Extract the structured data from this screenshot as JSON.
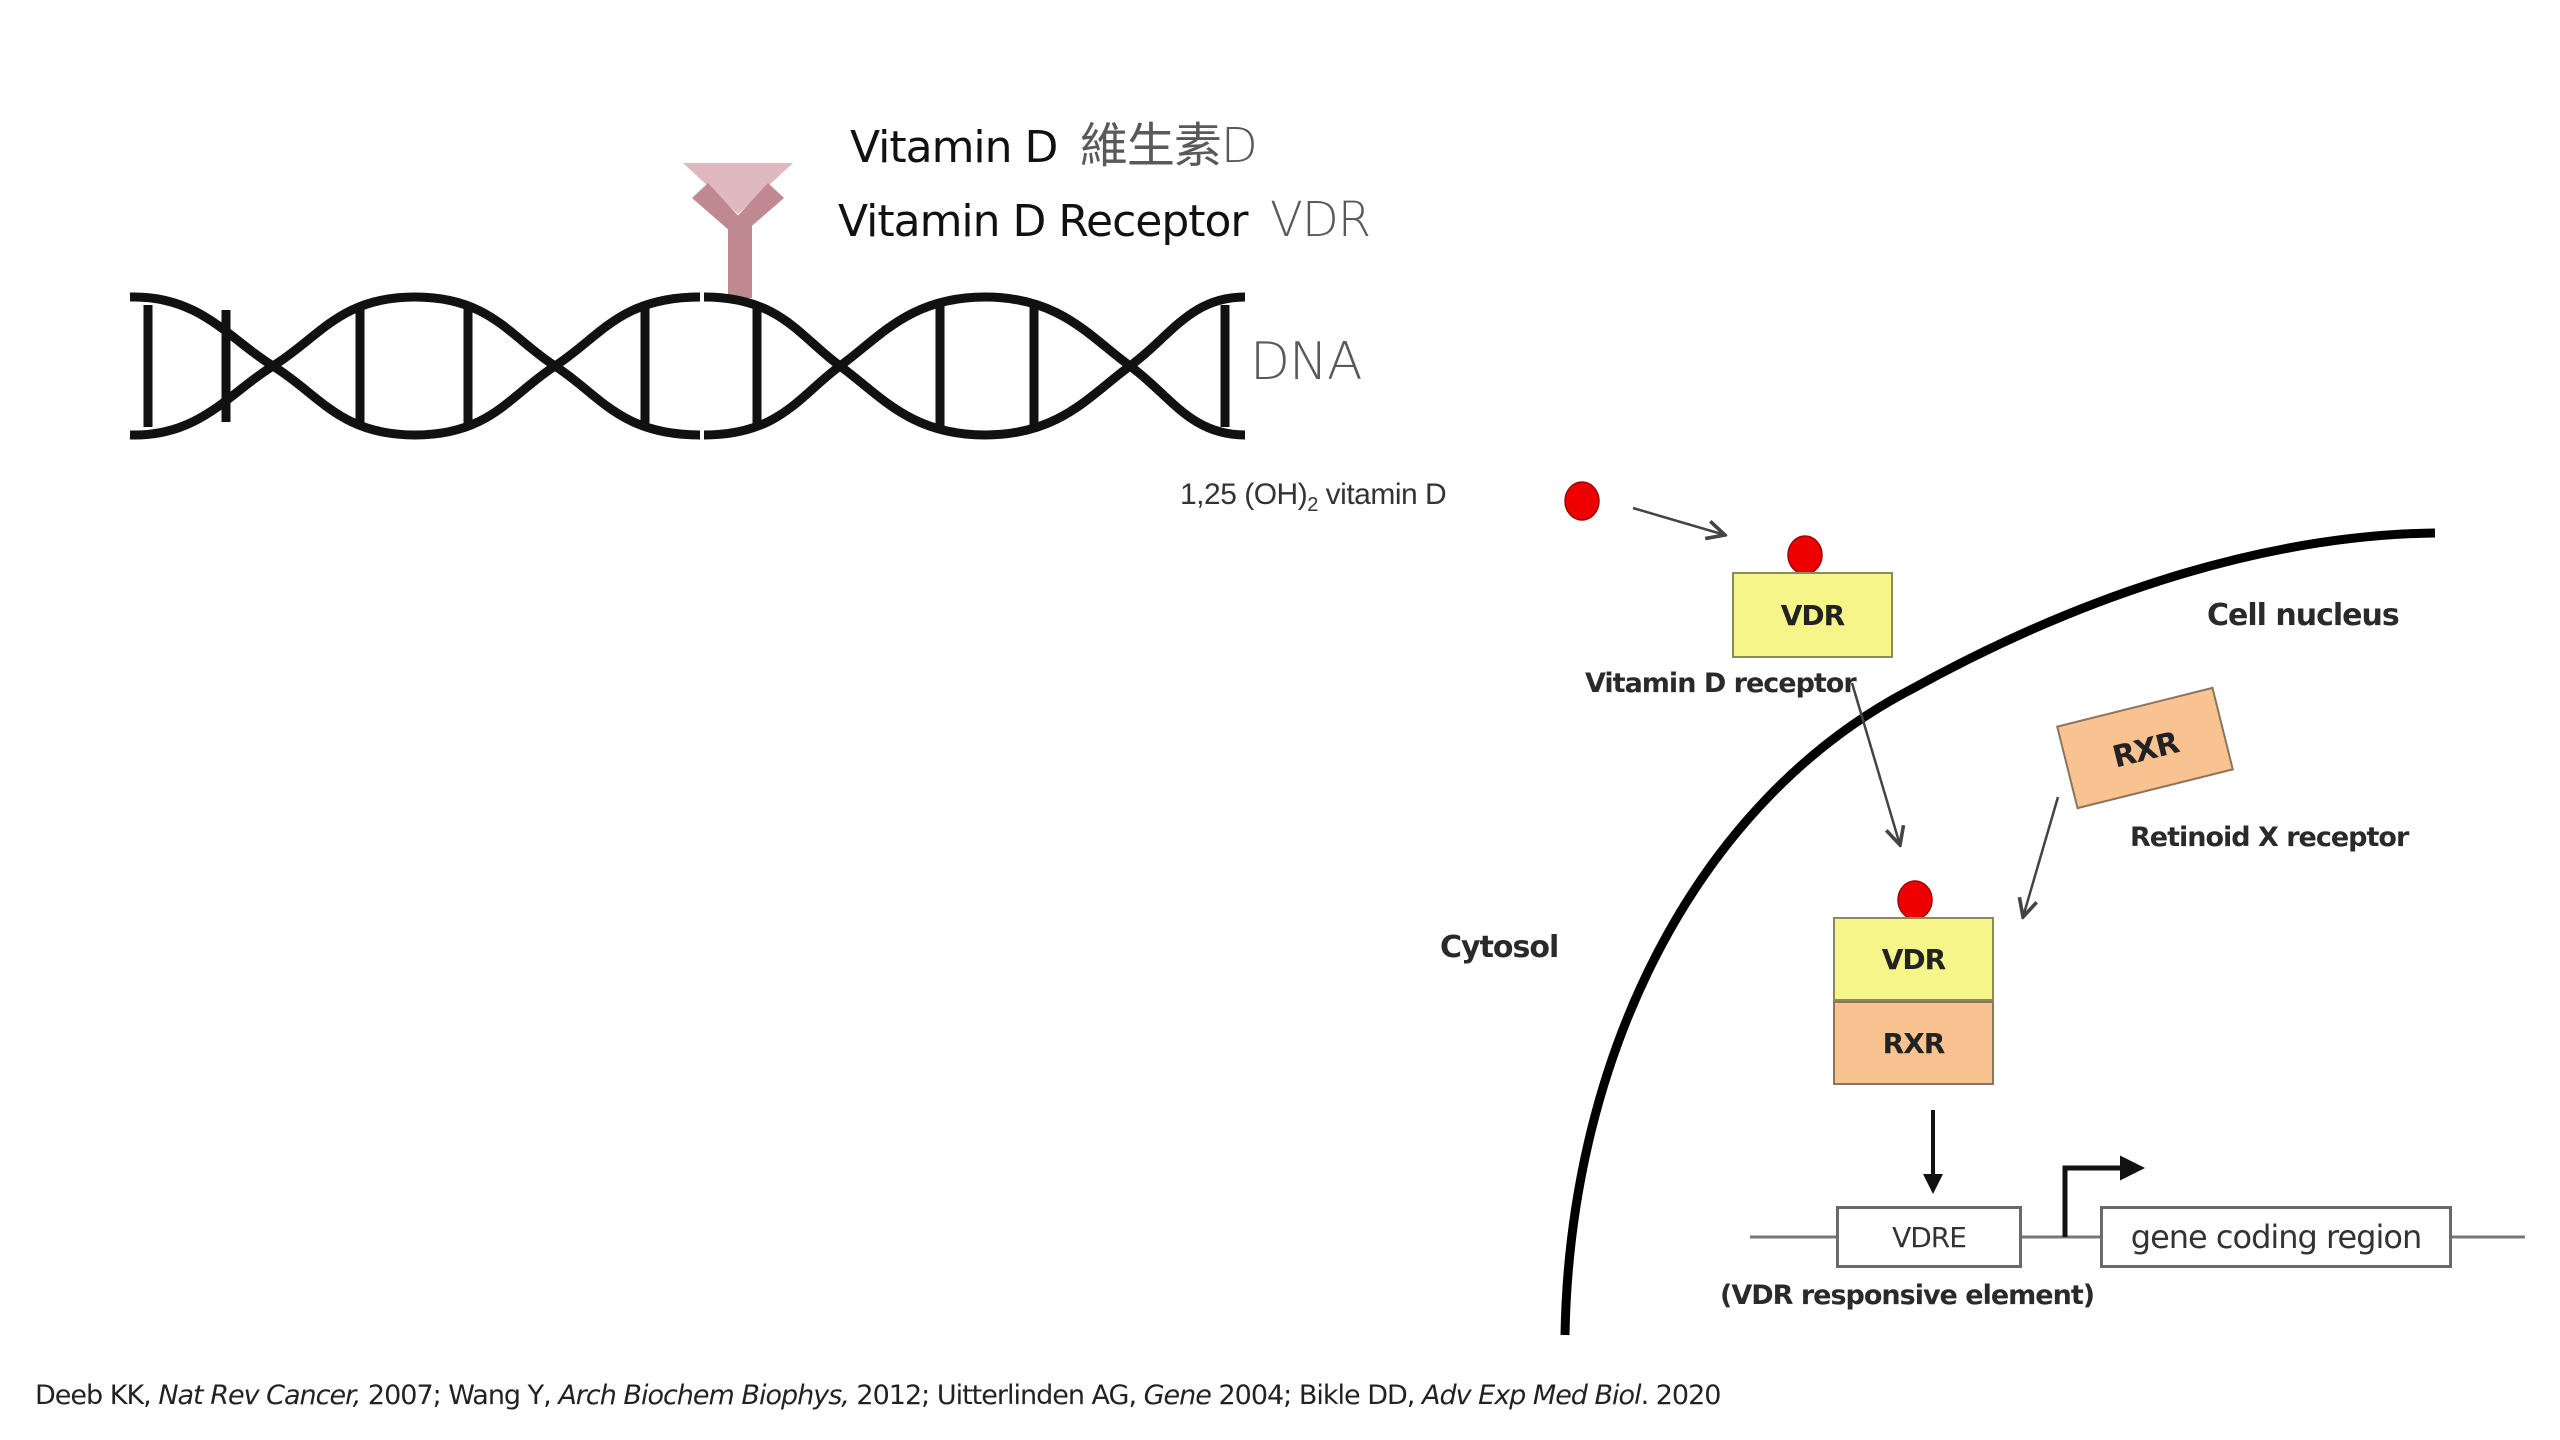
{
  "labels": {
    "vitamin_d_en": "Vitamin D",
    "vitamin_d_zh": "維生素D",
    "vdr_en": "Vitamin D Receptor",
    "vdr_abbr": "VDR",
    "dna": "DNA"
  },
  "pathway": {
    "ligand_prefix": "1,25 (OH)",
    "ligand_subscript": "2",
    "ligand_suffix": " vitamin D",
    "vdr_box": "VDR",
    "vdr_caption": "Vitamin D receptor",
    "cell_nucleus": "Cell nucleus",
    "rxr_box": "RXR",
    "rxr_caption": "Retinoid X receptor",
    "cytosol": "Cytosol",
    "complex_vdr": "VDR",
    "complex_rxr": "RXR",
    "vdre_box": "VDRE",
    "vdre_caption": "(VDR responsive element)",
    "gene_box": "gene coding region"
  },
  "colors": {
    "receptor_pink": "#c08890",
    "ligand_pink": "#e0b8c0",
    "ligand_red": "#ee0000",
    "vdr_yellow": "#f5f58a",
    "rxr_orange": "#f8c390",
    "dna_black": "#111111"
  },
  "citation": {
    "parts": [
      {
        "text": "Deeb KK, ",
        "italic": false
      },
      {
        "text": "Nat Rev Cancer,",
        "italic": true
      },
      {
        "text": " 2007;  Wang Y, ",
        "italic": false
      },
      {
        "text": "Arch Biochem Biophys,",
        "italic": true
      },
      {
        "text": " 2012; Uitterlinden AG, ",
        "italic": false
      },
      {
        "text": "Gene",
        "italic": true
      },
      {
        "text": " 2004;  Bikle DD, ",
        "italic": false
      },
      {
        "text": "Adv Exp Med Biol",
        "italic": true
      },
      {
        "text": ". 2020",
        "italic": false
      }
    ]
  }
}
